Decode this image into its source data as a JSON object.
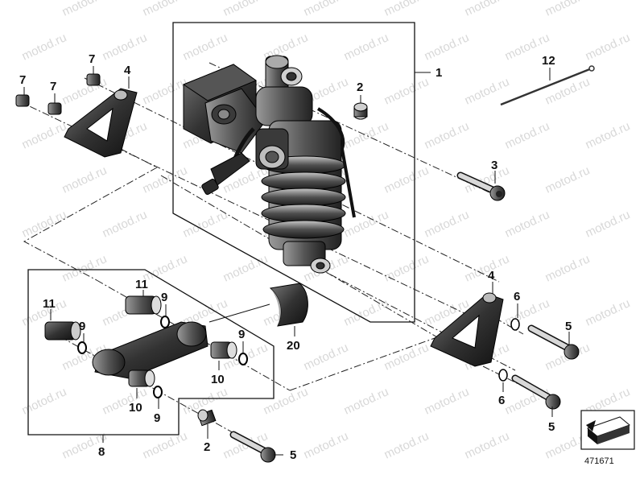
{
  "watermark": {
    "text": "motod.ru"
  },
  "callouts": [
    {
      "id": "c1",
      "label": "1"
    },
    {
      "id": "c2a",
      "label": "2"
    },
    {
      "id": "c2b",
      "label": "2"
    },
    {
      "id": "c3",
      "label": "3"
    },
    {
      "id": "c4a",
      "label": "4"
    },
    {
      "id": "c4b",
      "label": "4"
    },
    {
      "id": "c5a",
      "label": "5"
    },
    {
      "id": "c5b",
      "label": "5"
    },
    {
      "id": "c5c",
      "label": "5"
    },
    {
      "id": "c6a",
      "label": "6"
    },
    {
      "id": "c6b",
      "label": "6"
    },
    {
      "id": "c7a",
      "label": "7"
    },
    {
      "id": "c7b",
      "label": "7"
    },
    {
      "id": "c7c",
      "label": "7"
    },
    {
      "id": "c8",
      "label": "8"
    },
    {
      "id": "c9a",
      "label": "9"
    },
    {
      "id": "c9b",
      "label": "9"
    },
    {
      "id": "c9c",
      "label": "9"
    },
    {
      "id": "c9d",
      "label": "9"
    },
    {
      "id": "c10a",
      "label": "10"
    },
    {
      "id": "c10b",
      "label": "10"
    },
    {
      "id": "c11a",
      "label": "11"
    },
    {
      "id": "c11b",
      "label": "11"
    },
    {
      "id": "c12",
      "label": "12"
    },
    {
      "id": "c20",
      "label": "20"
    }
  ],
  "reference_number": "471671",
  "colors": {
    "ink": "#111111",
    "part_dark": "#2c2c2c",
    "part_mid": "#555555",
    "watermark": "#d8d8d8"
  },
  "icons": {
    "direction_badge": "front-arrow-icon"
  }
}
